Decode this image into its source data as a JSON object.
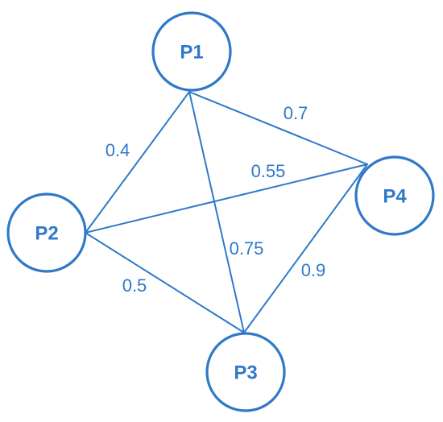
{
  "graph": {
    "nodes": [
      {
        "id": "P1",
        "label": "P1"
      },
      {
        "id": "P2",
        "label": "P2"
      },
      {
        "id": "P3",
        "label": "P3"
      },
      {
        "id": "P4",
        "label": "P4"
      }
    ],
    "edges": [
      {
        "from": "P1",
        "to": "P2",
        "weight": "0.4"
      },
      {
        "from": "P1",
        "to": "P4",
        "weight": "0.7"
      },
      {
        "from": "P2",
        "to": "P4",
        "weight": "0.55"
      },
      {
        "from": "P1",
        "to": "P3",
        "weight": "0.75"
      },
      {
        "from": "P2",
        "to": "P3",
        "weight": "0.5"
      },
      {
        "from": "P3",
        "to": "P4",
        "weight": "0.9"
      }
    ]
  },
  "colors": {
    "stroke": "#2f79c8",
    "text": "#2f79c8",
    "background": "#ffffff"
  }
}
